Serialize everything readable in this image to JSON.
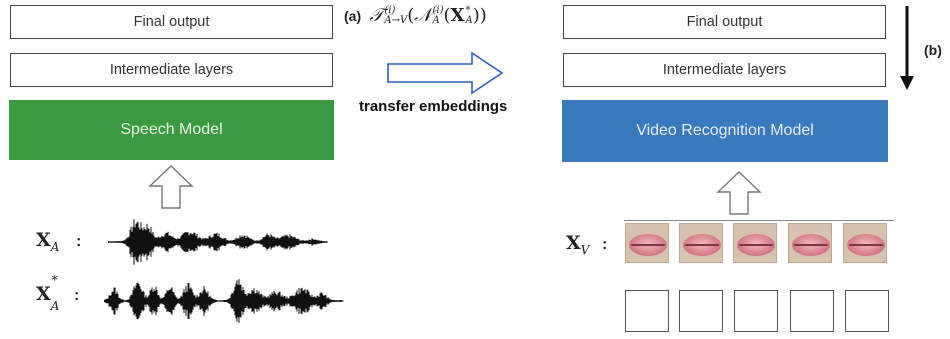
{
  "left": {
    "final_output": "Final output",
    "intermediate_layers": "Intermediate layers",
    "model": "Speech Model",
    "model_color": "#3b9a3f",
    "input_a_label": "X",
    "input_a_sub": "A",
    "input_a_star_label": "X",
    "input_a_star_sup": "*",
    "input_a_star_sub": "A",
    "colon": ":"
  },
  "center": {
    "tag_a": "(a)",
    "formula": {
      "T": "𝒯",
      "T_sup": "(i)",
      "T_sub": "A→V",
      "open1": "(",
      "N": "𝒩",
      "N_sup": "(i)",
      "N_sub": "A",
      "open2": "(",
      "X": "X",
      "X_sup": "*",
      "X_sub": "A",
      "close": "))"
    },
    "transfer_label": "transfer embeddings"
  },
  "right": {
    "final_output": "Final output",
    "intermediate_layers": "Intermediate layers",
    "model": "Video Recognition Model",
    "model_color": "#3a79bd",
    "input_v_label": "X",
    "input_v_sub": "V",
    "colon": ":",
    "frame_count": 5
  },
  "tag_b": "(b)"
}
